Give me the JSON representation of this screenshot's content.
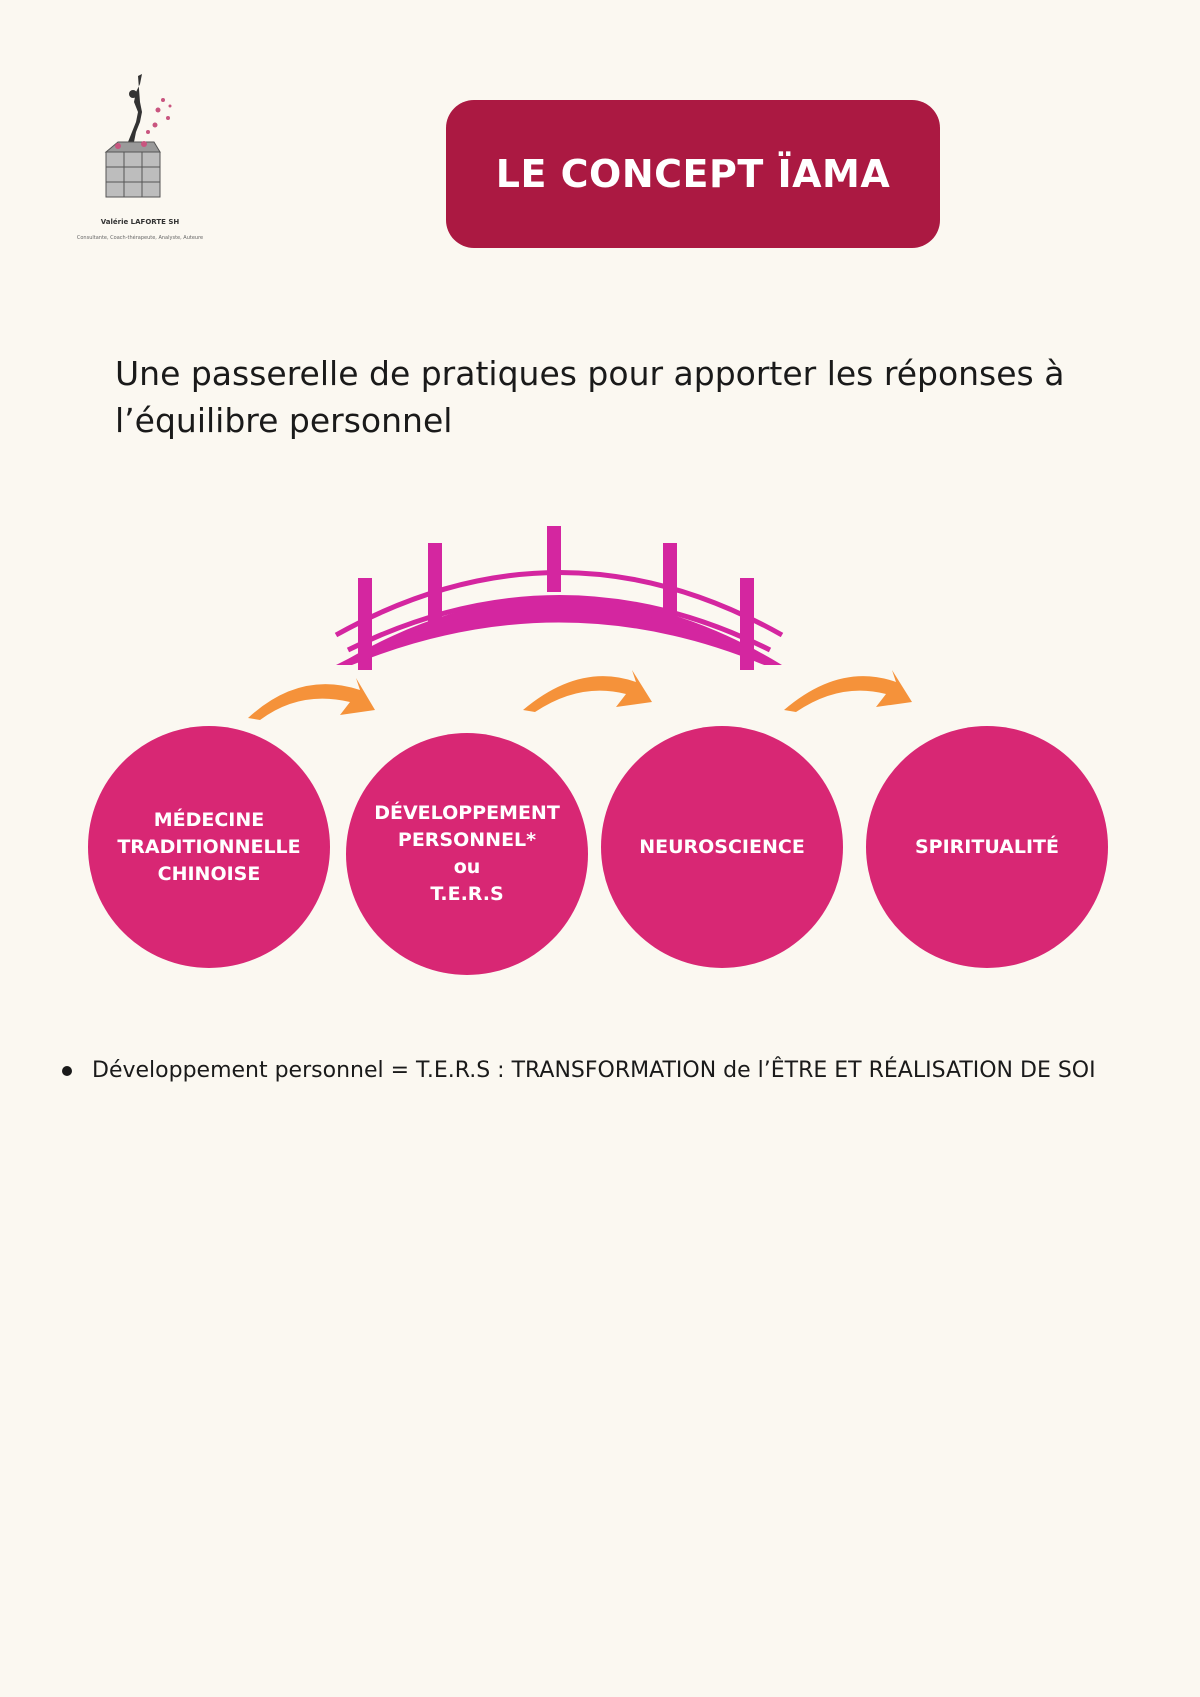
{
  "logo": {
    "name": "Valérie LAFORTE SH",
    "tagline": "Consultante, Coach-thérapeute, Analyste, Auteure"
  },
  "header": {
    "title": "LE CONCEPT ÏAMA"
  },
  "intro": {
    "text": "Une passerelle de pratiques pour apporter les réponses à l’équilibre personnel"
  },
  "diagram": {
    "colors": {
      "circle": "#d82774",
      "bridge": "#d426a0",
      "arrow": "#f5923a"
    },
    "steps": [
      {
        "label": "MÉDECINE\nTRADITIONNELLE\nCHINOISE"
      },
      {
        "label": "DÉVELOPPEMENT\nPERSONNEL*\nou\nT.E.R.S"
      },
      {
        "label": "NEUROSCIENCE"
      },
      {
        "label": "SPIRITUALITÉ"
      }
    ]
  },
  "notes": [
    {
      "text": "Développement personnel = T.E.R.S : TRANSFORMATION de l’ÊTRE ET RÉALISATION DE SOI"
    }
  ]
}
